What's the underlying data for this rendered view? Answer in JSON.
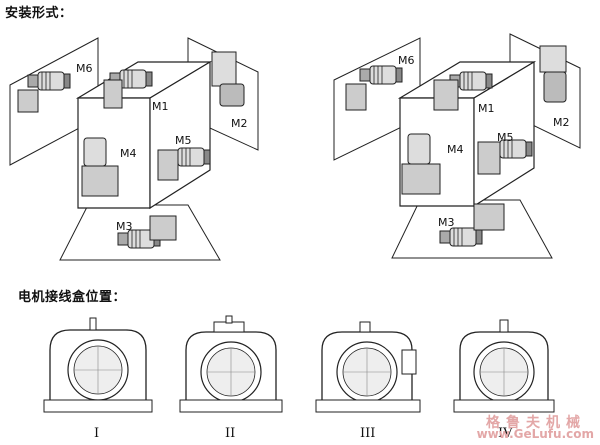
{
  "headings": {
    "mounting": "安装形式：",
    "terminal_box": "电机接线盒位置："
  },
  "mount_labels": [
    "M1",
    "M2",
    "M3",
    "M4",
    "M5",
    "M6"
  ],
  "box_positions": [
    "I",
    "II",
    "III",
    "IV"
  ],
  "watermark": {
    "chinese": "格鲁夫机械",
    "url": "www.GeLufu.com"
  }
}
